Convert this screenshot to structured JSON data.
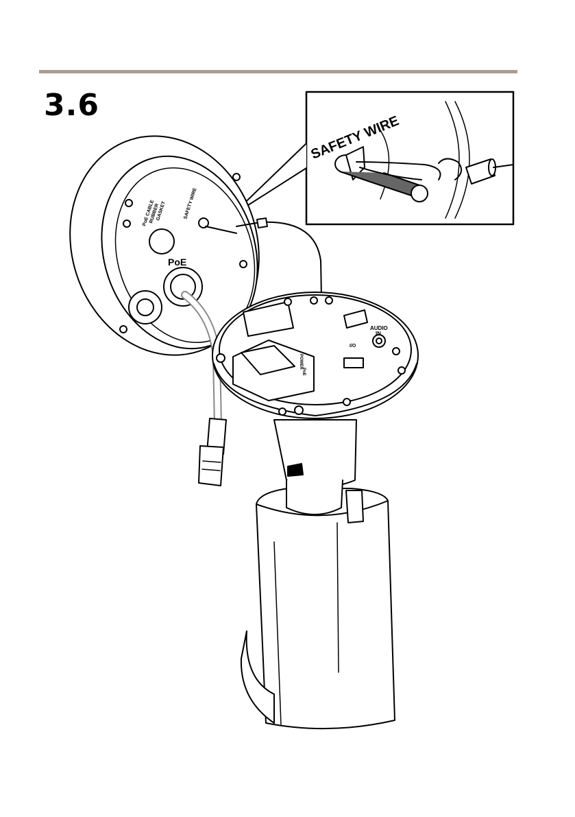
{
  "page": {
    "step_number": "3.6"
  },
  "illustration": {
    "callout_label": "SAFETY WIRE",
    "label_safety_wire_small": "SAFETY WIRE",
    "label_poe": "PoE",
    "label_audio_in_line1": "AUDIO",
    "label_audio_in_line2": "IN",
    "label_power": "POWER",
    "label_poe_small": "PoE",
    "label_io": "I/O",
    "label_cable_line1": "PoE CABLE",
    "label_cable_line2": "RUBBER",
    "label_cable_line3": "GASKET"
  }
}
